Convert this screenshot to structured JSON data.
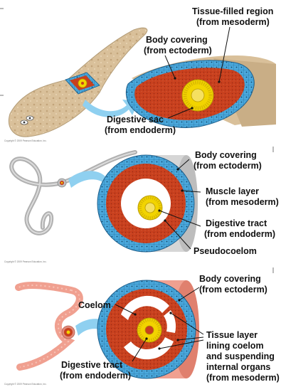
{
  "panel_flatworm": {
    "labels": {
      "tissue_filled_1": "Tissue-filled region",
      "tissue_filled_2": "(from mesoderm)",
      "body_covering_1": "Body covering",
      "body_covering_2": "(from ectoderm)",
      "digestive_sac_1": "Digestive sac",
      "digestive_sac_2": "(from endoderm)"
    },
    "copyright": "Copyright © 2009 Pearson Education, Inc."
  },
  "panel_roundworm": {
    "labels": {
      "body_covering_1": "Body covering",
      "body_covering_2": "(from ectoderm)",
      "muscle_layer_1": "Muscle layer",
      "muscle_layer_2": "(from mesoderm)",
      "digestive_tract_1": "Digestive tract",
      "digestive_tract_2": "(from endoderm)",
      "pseudocoelom": "Pseudocoelom"
    },
    "copyright": "Copyright © 2009 Pearson Education, Inc."
  },
  "panel_earthworm": {
    "labels": {
      "body_covering_1": "Body covering",
      "body_covering_2": "(from ectoderm)",
      "coelom": "Coelom",
      "tissue_layer_1": "Tissue layer",
      "tissue_layer_2": "lining coelom",
      "tissue_layer_3": "and suspending",
      "tissue_layer_4": "internal organs",
      "tissue_layer_5": "(from mesoderm)",
      "digestive_tract_1": "Digestive tract",
      "digestive_tract_2": "(from endoderm)"
    },
    "copyright": "Copyright © 2009 Pearson Education, Inc."
  },
  "colors": {
    "ectoderm": "#4aa8dc",
    "mesoderm": "#c8401e",
    "endoderm": "#f2d400",
    "arrow": "#8fd0f0",
    "flatworm": "#d9c09a",
    "roundworm": "#b8b8b8",
    "earthworm": "#f0a090"
  }
}
